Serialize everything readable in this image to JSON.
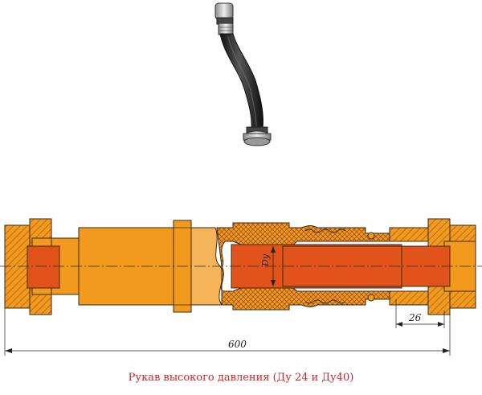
{
  "dimensions": {
    "overall_length": "600",
    "fitting_length": "26",
    "bore_label": "Dу"
  },
  "caption": "Рукав высокого давления  (Ду 24 и Ду40)",
  "colors": {
    "caption": "#c0282d",
    "body_orange": "#f29a1e",
    "body_orange_dark": "#d9780a",
    "bore_red": "#e2531b",
    "light_orange": "#f5b458",
    "hatch": "#b5651d",
    "outline": "#3a2a1a",
    "hose_black": "#2a2a2a",
    "metal": "#bfbfbf"
  }
}
